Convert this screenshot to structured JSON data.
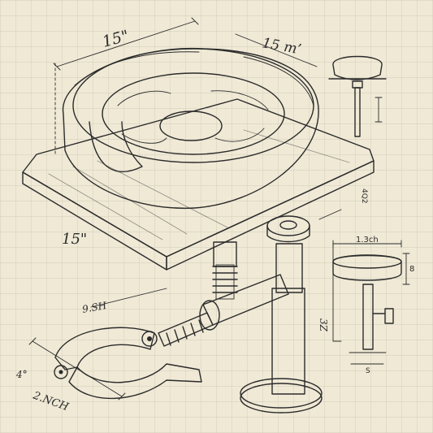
{
  "dimensions": {
    "top_width": "15\"",
    "top_depth": "15 m’",
    "board_side": "15\"",
    "arm_length": "9.SH",
    "clamp_small": "4°",
    "clamp_width": "2.NCH",
    "post_height": "3Z",
    "side_width": "1.3ch",
    "side_height": "8",
    "side_small": "S",
    "side_top": "4Q2"
  }
}
